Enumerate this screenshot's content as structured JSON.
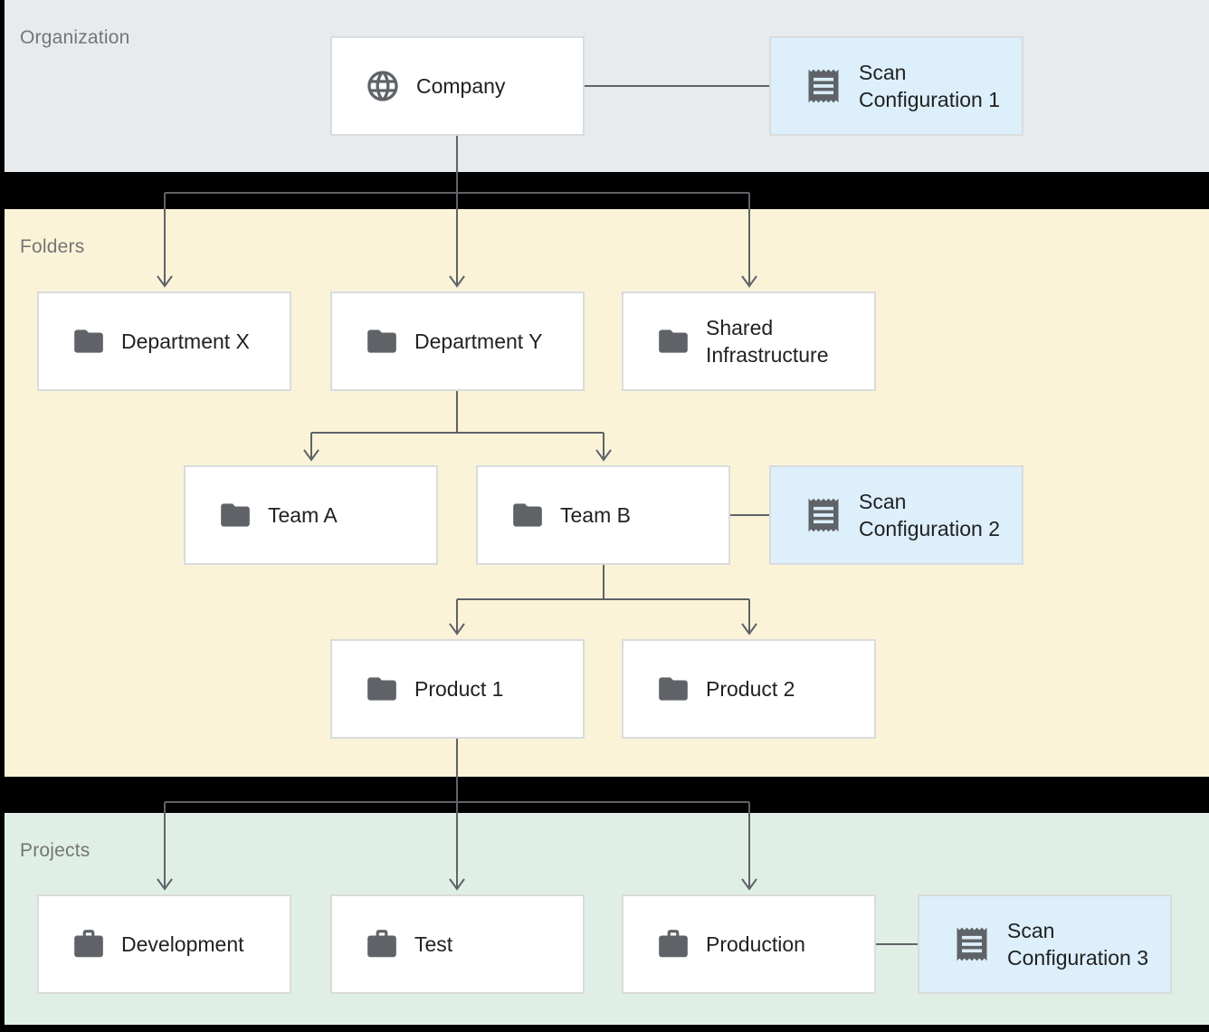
{
  "sections": {
    "organization": {
      "label": "Organization",
      "background": "#e8ebee"
    },
    "folders": {
      "label": "Folders",
      "background": "#fbf3d8"
    },
    "projects": {
      "label": "Projects",
      "background": "#e0efe6"
    }
  },
  "colors": {
    "page_background": "#000000",
    "node_background": "#ffffff",
    "scan_node_background": "#dceffb",
    "node_border": "#d9dbdd",
    "connector": "#5f6368",
    "icon": "#5f6368",
    "node_text": "#212121",
    "section_label_text": "#757575"
  },
  "nodes": {
    "company": {
      "label": "Company",
      "icon": "globe-icon"
    },
    "scan_configuration_1": {
      "label": "Scan Configuration 1",
      "icon": "receipt-icon"
    },
    "department_x": {
      "label": "Department X",
      "icon": "folder-icon"
    },
    "department_y": {
      "label": "Department Y",
      "icon": "folder-icon"
    },
    "shared_infrastructure": {
      "label": "Shared Infrastructure",
      "icon": "folder-icon"
    },
    "team_a": {
      "label": "Team A",
      "icon": "folder-icon"
    },
    "team_b": {
      "label": "Team B",
      "icon": "folder-icon"
    },
    "scan_configuration_2": {
      "label": "Scan Configuration 2",
      "icon": "receipt-icon"
    },
    "product_1": {
      "label": "Product 1",
      "icon": "folder-icon"
    },
    "product_2": {
      "label": "Product 2",
      "icon": "folder-icon"
    },
    "development": {
      "label": "Development",
      "icon": "briefcase-icon"
    },
    "test": {
      "label": "Test",
      "icon": "briefcase-icon"
    },
    "production": {
      "label": "Production",
      "icon": "briefcase-icon"
    },
    "scan_configuration_3": {
      "label": "Scan Configuration 3",
      "icon": "receipt-icon"
    }
  }
}
